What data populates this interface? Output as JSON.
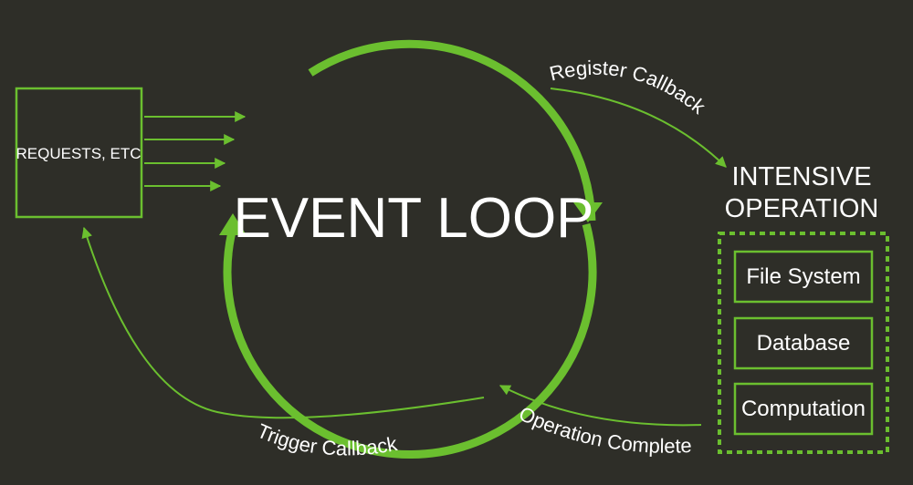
{
  "colors": {
    "background": "#2e2e28",
    "accent": "#6bbf2f",
    "text": "#ffffff"
  },
  "event_loop": {
    "label": "EVENT LOOP"
  },
  "requests": {
    "label": "REQUESTS, ETC"
  },
  "intensive_operation": {
    "title_line1": "INTENSIVE",
    "title_line2": "OPERATION",
    "items": [
      {
        "label": "File System"
      },
      {
        "label": "Database"
      },
      {
        "label": "Computation"
      }
    ]
  },
  "flows": {
    "register_callback": "Register Callback",
    "operation_complete": "Operation Complete",
    "trigger_callback": "Trigger Callback"
  }
}
